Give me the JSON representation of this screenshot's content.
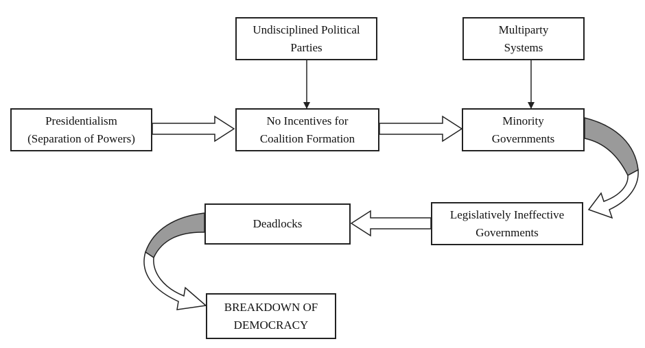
{
  "nodes": {
    "undisciplined": {
      "text": "Undisciplined Political\nParties"
    },
    "multiparty": {
      "text": "Multiparty\nSystems"
    },
    "presidentialism": {
      "text": "Presidentialism\n(Separation of Powers)"
    },
    "no_incentives": {
      "text": "No Incentives for\nCoalition Formation"
    },
    "minority": {
      "text": "Minority\nGovernments"
    },
    "legislatively": {
      "text": "Legislatively Ineffective\nGovernments"
    },
    "deadlocks": {
      "text": "Deadlocks"
    },
    "breakdown": {
      "text": "BREAKDOWN OF\nDEMOCRACY"
    }
  },
  "edges": [
    {
      "from": "undisciplined",
      "to": "no_incentives",
      "style": "thin-arrow"
    },
    {
      "from": "multiparty",
      "to": "minority",
      "style": "thin-arrow"
    },
    {
      "from": "presidentialism",
      "to": "no_incentives",
      "style": "hollow-block-arrow"
    },
    {
      "from": "no_incentives",
      "to": "minority",
      "style": "hollow-block-arrow"
    },
    {
      "from": "minority",
      "to": "legislatively",
      "style": "curved-arrow"
    },
    {
      "from": "legislatively",
      "to": "deadlocks",
      "style": "hollow-block-arrow"
    },
    {
      "from": "deadlocks",
      "to": "breakdown",
      "style": "curved-arrow"
    }
  ],
  "colors": {
    "stroke": "#222222",
    "fill": "#ffffff",
    "shade": "#9a9a9a"
  }
}
